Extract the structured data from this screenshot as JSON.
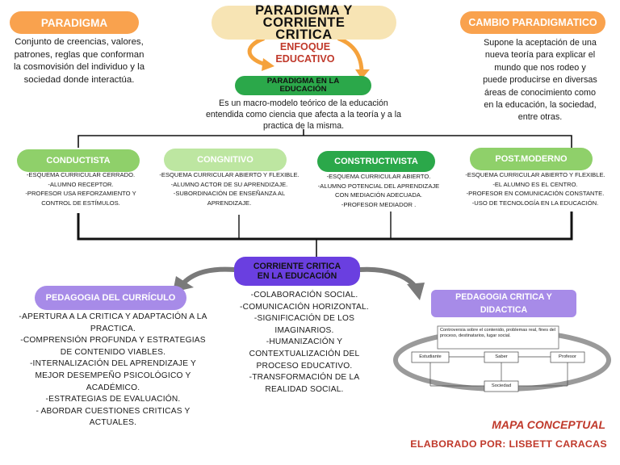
{
  "title": "PARADIGMA Y CORRIENTE CRITICA",
  "paradigma": {
    "label": "PARADIGMA",
    "text": "Conjunto de creencias, valores, patrones, reglas que conforman la cosmovisión del individuo y la sociedad donde interactúa."
  },
  "cambio": {
    "label": "CAMBIO PARADIGMATICO",
    "text": "Supone la aceptación de una nueva teoría para explicar el mundo que nos rodeo y puede producirse en diversas áreas de conocimiento como en la educación, la sociedad, entre otras."
  },
  "enfoque": "ENFOQUE EDUCATIVO",
  "paradigma_educacion": {
    "label": "PARADIGMA EN LA EDUCACIÓN",
    "text": "Es un macro-modelo teórico de la educación entendida como ciencia que afecta a la teoría y a la practica de la misma."
  },
  "paradigms": [
    {
      "label": "CONDUCTISTA",
      "lines": [
        "-ESQUEMA CURRICULAR CERRADO.",
        "-ALUMNO RECEPTOR.",
        "-PROFESOR USA REFORZAMIENTO Y",
        "CONTROL DE ESTÍMULOS."
      ]
    },
    {
      "label": "CONGNITIVO",
      "lines": [
        "-ESQUEMA CURRICULAR ABIERTO Y FLEXIBLE.",
        "-ALUMNO ACTOR DE SU APRENDIZAJE.",
        "-SUBORDINACIÓN DE ENSEÑANZA AL",
        "APRENDIZAJE."
      ]
    },
    {
      "label": "CONSTRUCTIVISTA",
      "lines": [
        "-ESQUEMA CURRICULAR ABIERTO.",
        "-ALUMNO POTENCIAL DEL APRENDIZAJE",
        "CON MEDIACIÓN ADECUADA.",
        "-PROFESOR MEDIADOR ."
      ]
    },
    {
      "label": "POST.MODERNO",
      "lines": [
        "-ESQUEMA CURRICULAR ABIERTO Y FLEXIBLE.",
        "-EL ALUMNO ES EL CENTRO.",
        "-PROFESOR EN COMUNICACIÓN CONSTANTE.",
        "-USO DE TECNOLOGÍA EN LA EDUCACIÓN."
      ]
    }
  ],
  "corriente": {
    "label": "CORRIENTE CRITICA EN LA EDUCACIÓN",
    "lines": [
      "-COLABORACIÓN SOCIAL.",
      "-COMUNICACIÓN HORIZONTAL.",
      "-SIGNIFICACIÓN DE LOS",
      "IMAGINARIOS.",
      "-HUMANIZACIÓN Y",
      "CONTEXTUALIZACIÓN DEL",
      "PROCESO EDUCATIVO.",
      "-TRANSFORMACIÓN DE LA",
      "REALIDAD SOCIAL."
    ]
  },
  "curriculo": {
    "label": "PEDAGOGIA DEL CURRÍCULO",
    "lines": [
      "-APERTURA A LA CRITICA Y ADAPTACIÓN A LA",
      "PRACTICA.",
      "-COMPRENSIÓN PROFUNDA Y ESTRATEGIAS",
      "DE CONTENIDO VIABLES.",
      "-INTERNALIZACIÓN DEL APRENDIZAJE Y",
      "MEJOR DESEMPEÑO PSICOLÓGICO Y",
      "ACADÉMICO.",
      "-ESTRATEGIAS DE EVALUACIÓN.",
      "- ABORDAR CUESTIONES CRITICAS Y",
      "ACTUALES."
    ]
  },
  "critica": {
    "label": "PEDAGOGIA CRITICA Y DIDACTICA",
    "diagram": {
      "scroll": "Controversia sobre el contenido, problemas real, fines del proceso, destinatarios, lugar social.",
      "estudiante": "Estudiante",
      "saber": "Saber",
      "profesor": "Profesor",
      "sociedad": "Sociedad"
    }
  },
  "footer": {
    "mapa": "MAPA CONCEPTUAL",
    "autor": "ELABORADO POR: LISBETT CARACAS"
  },
  "colors": {
    "orange": "#f9a24e",
    "cream": "#f7e4b4",
    "green_dark": "#2ba84a",
    "green_light": "#8fd06a",
    "purple": "#6a3fe0",
    "lavender": "#a78be8",
    "red": "#c0392b"
  }
}
